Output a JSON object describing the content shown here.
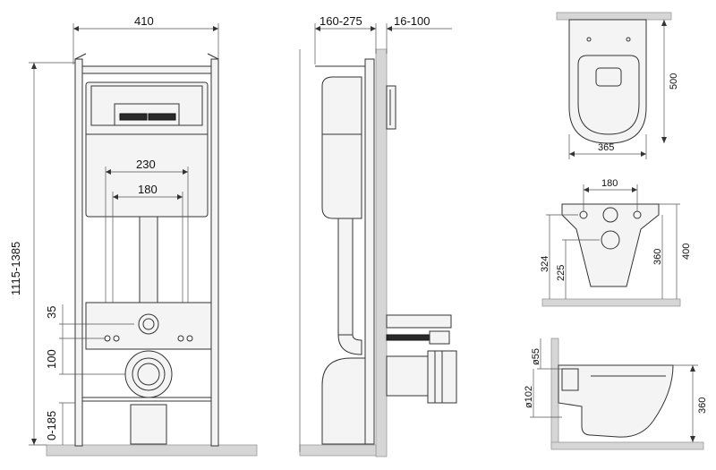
{
  "dimensions": {
    "frame_width": "410",
    "install_height": "1115-1385",
    "side_depth": "160-275",
    "side_offset": "16-100",
    "stud_outer": "230",
    "stud_inner": "180",
    "drain_offset": "35",
    "drain_height": "100",
    "floor_gap": "0-185",
    "bowl_length": "500",
    "bowl_width": "365",
    "mount_spacing": "180",
    "mount_height_1": "324",
    "mount_height_2": "225",
    "front_height_1": "360",
    "front_height_2": "400",
    "pipe_55": "ø55",
    "pipe_102": "ø102",
    "side_height": "360"
  }
}
